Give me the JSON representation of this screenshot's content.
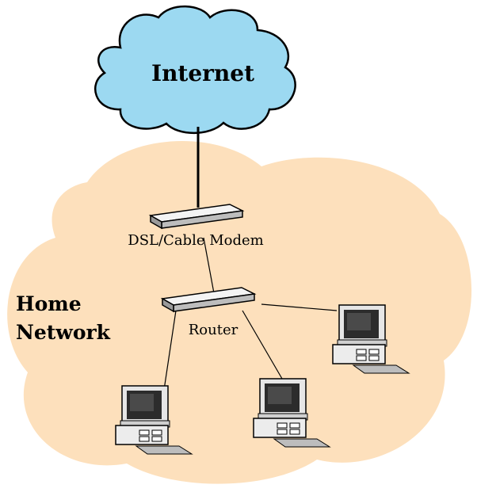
{
  "internet": {
    "label": "Internet",
    "fill": "#9cd9f1",
    "stroke": "#000000"
  },
  "home_network": {
    "line1": "Home",
    "line2": "Network",
    "fill": "#fde0bc"
  },
  "modem": {
    "label": "DSL/Cable Modem"
  },
  "router": {
    "label": "Router"
  },
  "computers": [
    {
      "name": "computer-right"
    },
    {
      "name": "computer-bottom-left"
    },
    {
      "name": "computer-bottom-center"
    }
  ]
}
